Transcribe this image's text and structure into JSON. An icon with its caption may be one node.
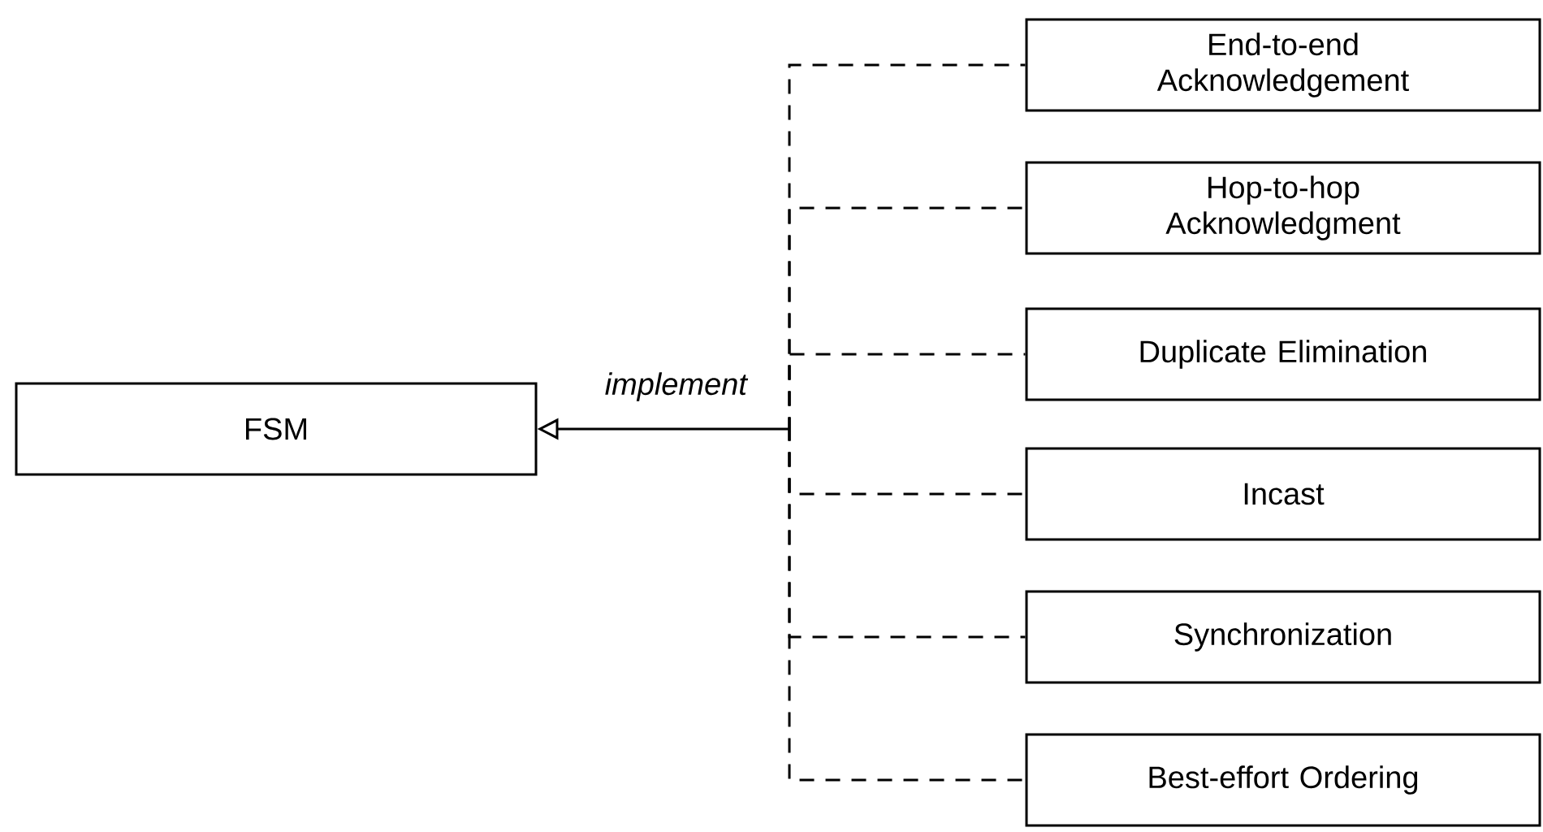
{
  "diagram": {
    "nodes": [
      {
        "text": [
          "FSM"
        ]
      },
      {
        "text": [
          "End-to-end Acknowledgement"
        ]
      },
      {
        "text": [
          "Hop-to-hop Acknowledgment"
        ]
      },
      {
        "text": [
          "Duplicate Elimination"
        ]
      },
      {
        "text": [
          "Incast"
        ]
      },
      {
        "text": [
          "Synchronization"
        ]
      },
      {
        "text": [
          "Best-effort Ordering"
        ]
      }
    ],
    "edges": [
      {
        "from": 1,
        "to": 0,
        "arrow": "to",
        "style": "dashed",
        "label": "implement"
      },
      {
        "from": 2,
        "to": 0,
        "arrow": "to",
        "style": "dashed"
      },
      {
        "from": 3,
        "to": 0,
        "arrow": "to",
        "style": "dashed"
      },
      {
        "from": 4,
        "to": 0,
        "arrow": "to",
        "style": "dashed"
      },
      {
        "from": 5,
        "to": 0,
        "arrow": "to",
        "style": "dashed"
      },
      {
        "from": 6,
        "to": 0,
        "arrow": "to",
        "style": "dashed"
      }
    ]
  }
}
